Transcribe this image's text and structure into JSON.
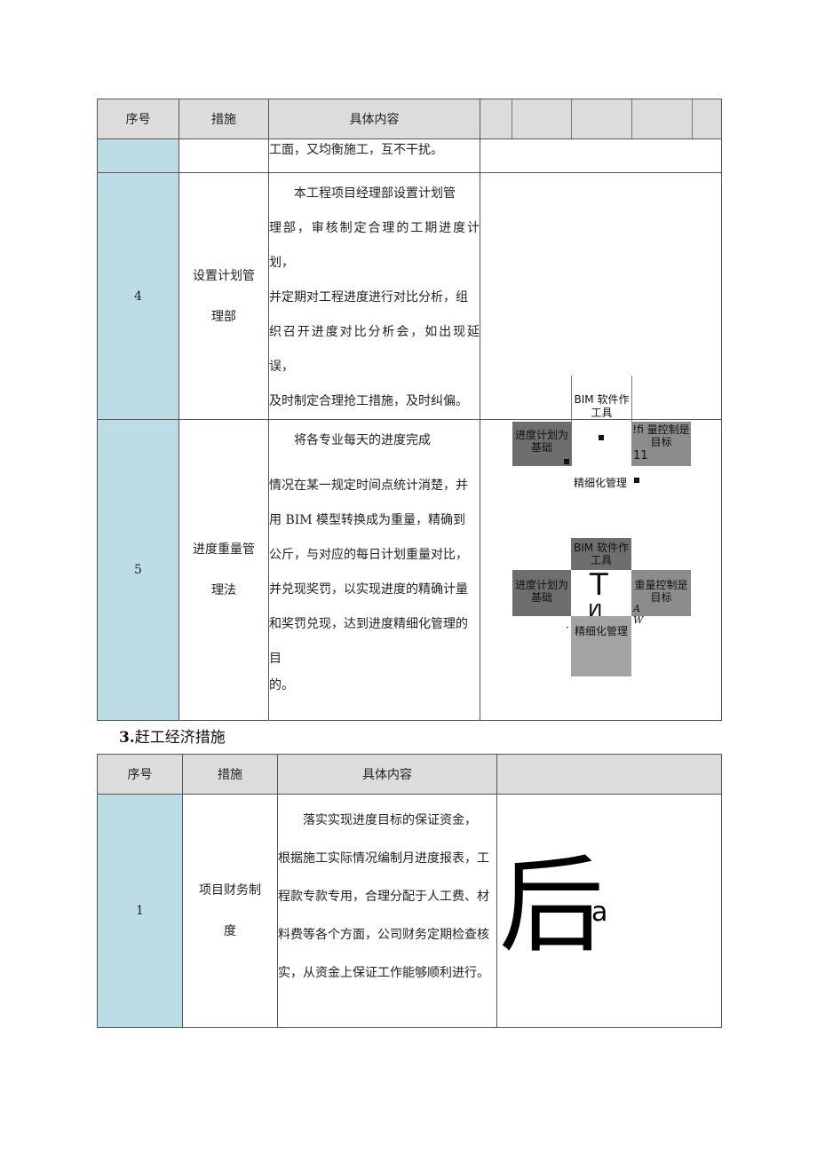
{
  "table1": {
    "headers": [
      "序号",
      "措施",
      "具体内容"
    ],
    "row_cont": {
      "content": "工面，又均衡施工，互不干扰。"
    },
    "row4": {
      "num": "4",
      "measure_line1": "设置计划管",
      "measure_line2": "理部",
      "content": [
        "本工程项目经理部设置计划管",
        "理部，审核制定合理的工期进度计划，",
        "并定期对工程进度进行对比分析，组",
        "织召开进度对比分析会，如出现延误，",
        "及时制定合理抢工措施，及时纠偏。"
      ]
    },
    "row5": {
      "num": "5",
      "measure_line1": "进度重量管",
      "measure_line2": "理法",
      "content": [
        "将各专业每天的进度完成",
        "情况在某一规定时间点统计消楚，并",
        "用 BIM 模型转换成为重量，精确到",
        "公斤，与对应的每日计划重量对比，",
        "并兑现奖罚，以实现进度的精确计量",
        "和奖罚兑现，达到进度精细化管理的",
        "目",
        "的。"
      ],
      "diagram1": {
        "top_l1": "BIM 软件作",
        "top_l2": "工具",
        "left_l1": "进度计划为",
        "left_l2": "基础",
        "right_l1": "!fi 量控制是",
        "right_l2": "目标",
        "right_l3": "11",
        "bottom": "精细化管理"
      },
      "diagram2": {
        "top_l1": "BIM 软件作",
        "top_l2": "工具",
        "left_l1": "进度计划为",
        "left_l2": "基础",
        "right_l1": "重量控制是",
        "right_l2": "目标",
        "center_glyph": "T",
        "center_glyph2": "И",
        "side_glyph1": "A",
        "side_glyph2": "W",
        "dot": "·",
        "bottom": "精细化管理"
      }
    }
  },
  "section_title": {
    "num": "3.",
    "text": "赶工经济措施"
  },
  "table2": {
    "headers": [
      "序号",
      "措施",
      "具体内容"
    ],
    "row1": {
      "num": "1",
      "measure_line1": "项目财务制",
      "measure_line2": "度",
      "content": [
        "落实实现进度目标的保证资金，",
        "根据施工实际情况编制月进度报表，工",
        "程款专款专用，合理分配于人工费、材",
        "料费等各个方面，公司财务定期检查核",
        "实，从资金上保证工作能够顺利进行。"
      ],
      "image_glyph": "后",
      "image_glyph2": "a"
    }
  }
}
